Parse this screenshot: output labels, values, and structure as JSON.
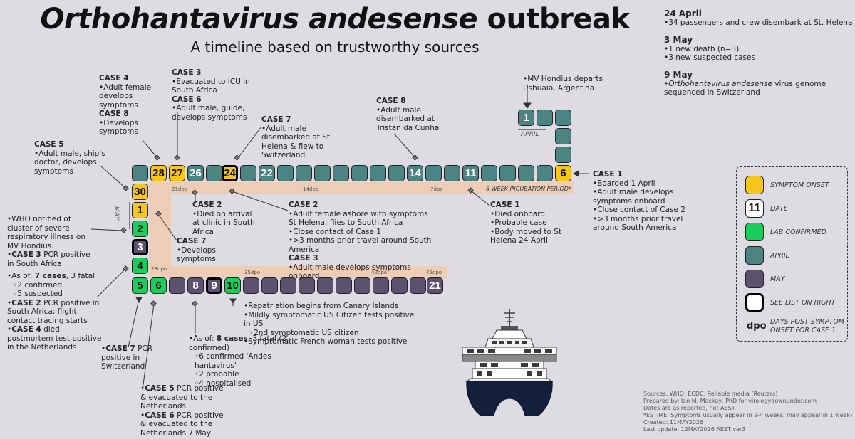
{
  "header": {
    "title_italic": "Orthohantavirus andesense",
    "title_rest": " outbreak",
    "subtitle": "A timeline based on trustworthy sources"
  },
  "timeline": {
    "april_label": "APRIL",
    "may_label": "MAY",
    "incubation_label": "6 WEEK INCUBATION PERIOD*",
    "dpo": [
      "21dpo",
      "14dpo",
      "7dpo",
      "28dpo",
      "35dpo",
      "42dpo",
      "45dpo"
    ],
    "boxes": {
      "apr1": "1",
      "apr6": "6",
      "apr11": "11",
      "apr14": "14",
      "apr22": "22",
      "apr24": "24",
      "apr26": "26",
      "apr27": "27",
      "apr28": "28",
      "apr30": "30",
      "may1": "1",
      "may2": "2",
      "may3": "3",
      "may4": "4",
      "may5": "5",
      "may6": "6",
      "may8": "8",
      "may9": "9",
      "may10": "10",
      "may21": "21"
    }
  },
  "annotations": {
    "case4_title": "CASE 4",
    "case4_text": "Adult female develops symptoms",
    "case8a_title": "CASE 8",
    "case8a_text": "Develops symptoms",
    "case3a_title": "CASE 3",
    "case3a_text": "Evacuated to ICU in South Africa",
    "case6a_title": "CASE 6",
    "case6a_text": "Adult male, guide, develops symptoms",
    "case7a_title": "CASE 7",
    "case7a_text": "Adult male disembarked at St Helena & flew to Switzerland",
    "case8b_title": "CASE 8",
    "case8b_text": "Adult male disembarked at Tristan da Cunha",
    "departs_text": "MV Hondius departs Ushuaia, Argentina",
    "case5a_title": "CASE 5",
    "case5a_text": "Adult male, ship's doctor, develops symptoms",
    "case1a_title": "CASE 1",
    "case1a_items": [
      "Boarded 1 April",
      "Adult male develops symptoms onboard",
      "Close contact of Case 2",
      ">3 months prior travel around South America"
    ],
    "case2a_title": "CASE 2",
    "case2a_text": "Died on arrival at clinic in South Africa",
    "case2b_title": "CASE 2",
    "case2b_items": [
      "Adult female ashore with symptoms St Helena; flies to South Africa",
      "Close contact of Case 1",
      ">3 months prior travel around South America"
    ],
    "case3b_title": "CASE 3",
    "case3b_text": "Adult male develops symptoms onboard",
    "case1b_title": "CASE 1",
    "case1b_items": [
      "Died onboard",
      "Probable case",
      "Body moved to St Helena 24 April"
    ],
    "who_text": "WHO notified of cluster of severe respiratory illness on MV Hondius.",
    "who_case3_b": "CASE 3",
    "who_case3_text": " PCR positive in South Africa",
    "case7b_title": "CASE 7",
    "case7b_text": "Develops symptoms",
    "asof7_pre": "As of: ",
    "asof7_b": "7 cases",
    "asof7_post": ", 3 fatal",
    "asof7_subs": [
      "2 confirmed",
      "5 suspected"
    ],
    "case2c_b": "CASE 2",
    "case2c_text": " PCR positive in South Africa; flight contact tracing starts",
    "case4b_b": "CASE 4",
    "case4b_text": " died; postmortem test positive in the Netherlands",
    "repat_items": [
      "Repatriation begins from Canary Islands",
      "Mildly symptomatic US Citizen tests positive in US"
    ],
    "repat_sub": "2nd symptomatic US citizen",
    "repat_last": "Symptomatic French woman tests positive",
    "case7c_b": "CASE 7",
    "case7c_text": " PCR positive in Switzerland",
    "asof8_pre": "As of: ",
    "asof8_b": "8 cases",
    "asof8_post": ", 3 fatal (2 confirmed)",
    "asof8_subs": [
      "6 confirmed 'Andes hantavirus'",
      "2 probable",
      "4 hospitalised"
    ],
    "case5b_b": "CASE 5",
    "case5b_text": " PCR positive & evacuated to the Netherlands",
    "case6b_b": "CASE 6",
    "case6b_text": " PCR positive & evacuated to the Netherlands 7 May"
  },
  "right_column": {
    "d1_title": "24 April",
    "d1_item": "34 passengers and crew disembark at St. Helena",
    "d2_title": "3 May",
    "d2_items": [
      "1 new death (n=3)",
      "3 new suspected cases"
    ],
    "d3_title": "9 May",
    "d3_item_italic": "Orthohantavirus andesense",
    "d3_item_rest": " virus genome sequenced in Switzerland"
  },
  "legend": {
    "symptom_onset": "SYMPTOM ONSET",
    "date_num": "11",
    "date": "DATE",
    "lab_confirmed": "LAB CONFIRMED",
    "april": "APRIL",
    "may": "MAY",
    "see_list": "SEE LIST ON RIGHT",
    "dpo_abbr": "dpo",
    "dpo_text": "DAYS POST SYMPTOM ONSET FOR CASE 1"
  },
  "sources": [
    "Sources: WHO, ECDC, Reliable media (Reuters)",
    "Prepared by: Ian M. Mackay, PhD for virologydownunder.com",
    "Dates are as reported, not AEST",
    "*ESTIME. Symptoms usually appear in 2-4 weeks, may appear in 1 week)",
    "Created: 11MAY2026",
    "Last update: 12MAY2026 AEST ver3"
  ],
  "colors": {
    "symptom_onset": "#f7c61a",
    "lab_confirmed": "#19cf5c",
    "april": "#4c8484",
    "may": "#5c5170",
    "incubation_band": "#edcdb6",
    "background": "#dedbe3"
  }
}
